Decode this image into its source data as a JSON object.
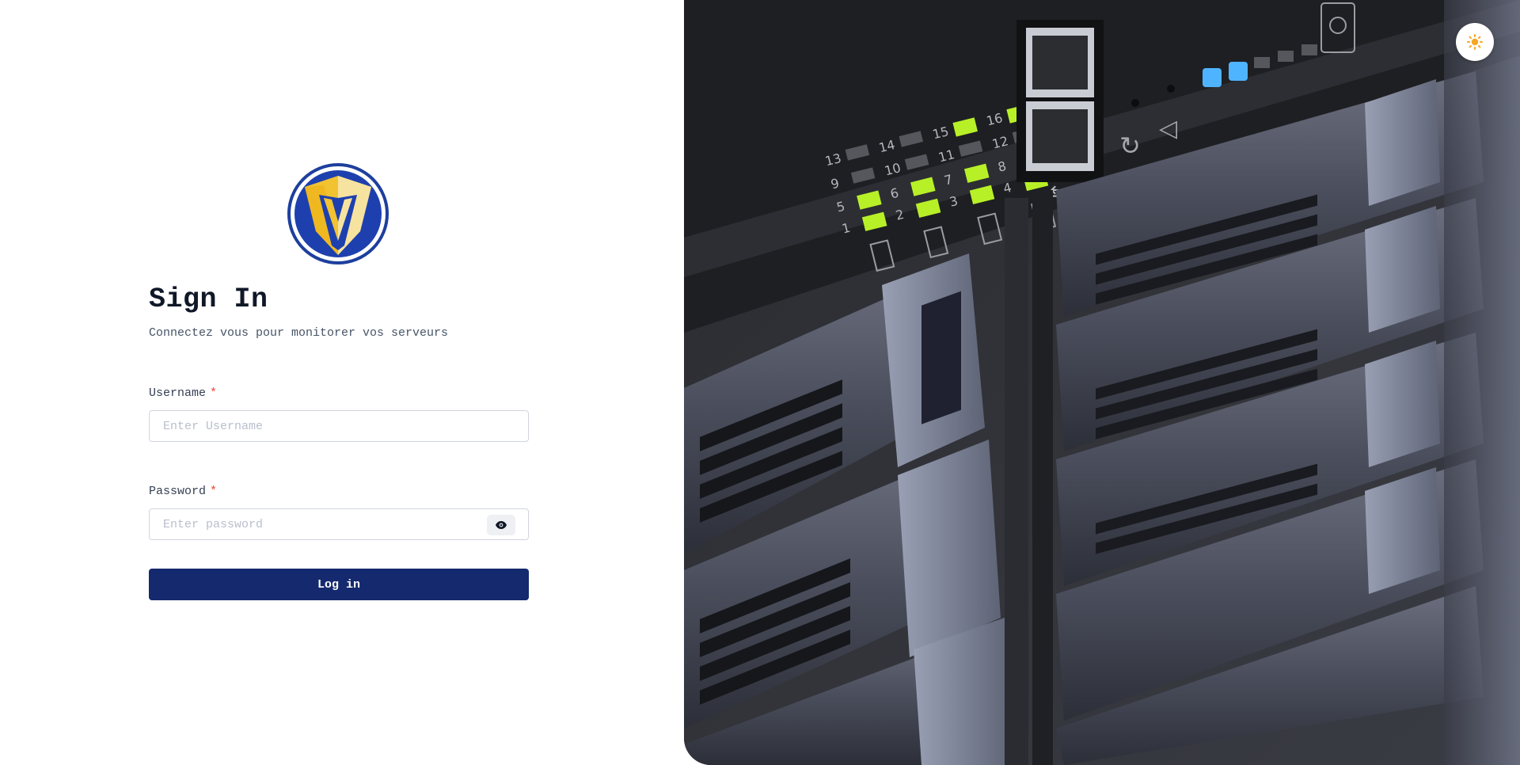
{
  "login": {
    "title": "Sign In",
    "subtitle": "Connectez vous pour monitorer vos serveurs",
    "username": {
      "label": "Username",
      "required_mark": "*",
      "placeholder": "Enter Username",
      "value": ""
    },
    "password": {
      "label": "Password",
      "required_mark": "*",
      "placeholder": "Enter password",
      "value": ""
    },
    "submit_label": "Log in"
  },
  "icons": {
    "logo": "v-shield-logo",
    "password_toggle": "eye-icon",
    "theme_toggle": "sun-icon"
  },
  "hero_image": {
    "subject": "server-rack-photo",
    "drive_bay_numbers": [
      "1",
      "2",
      "3",
      "4",
      "5",
      "6",
      "7",
      "8",
      "9",
      "10",
      "11",
      "12",
      "13",
      "14",
      "15",
      "16"
    ]
  },
  "colors": {
    "primary": "#14296e",
    "required": "#f04438",
    "logo_blue": "#1e40af",
    "logo_gold": "#f2c230",
    "led_green": "#b8f028",
    "led_blue": "#4fb4ff",
    "theme_icon": "#f5a623"
  }
}
